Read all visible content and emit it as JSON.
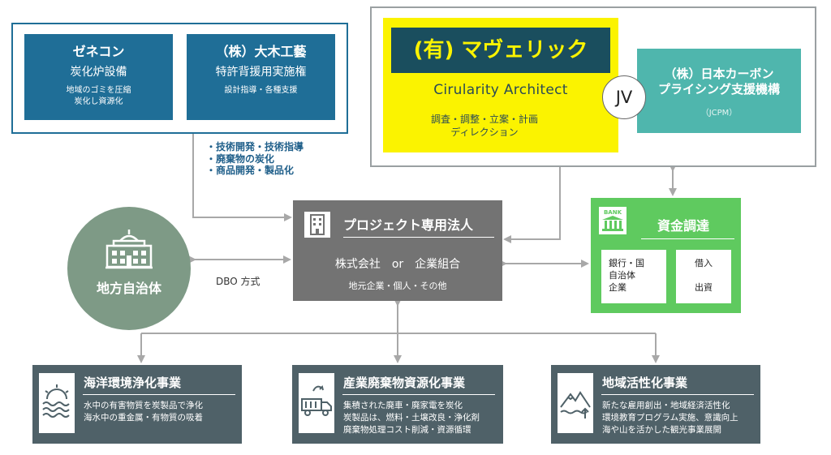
{
  "left_group": {
    "zenecon": {
      "title": "ゼネコン",
      "subtitle": "炭化炉設備",
      "note_line1": "地域のゴミを圧縮",
      "note_line2": "炭化し資源化"
    },
    "ohki": {
      "title": "（株）大木工藝",
      "subtitle": "特許背援用実施権",
      "note": "設計指導・各種支援"
    },
    "bullets": [
      "・技術開発・技術指導",
      "・廃棄物の炭化",
      "・商品開発・製品化"
    ]
  },
  "right_group": {
    "maverick": {
      "name": "(有) マヴェリック",
      "role": "Cirularity Architect",
      "duties_line1": "調査・調整・立案・計画",
      "duties_line2": "ディレクション"
    },
    "jv_label": "JV",
    "jcpm": {
      "line1": "（株）日本カーボン",
      "line2": "プライシング支援機構",
      "line3": "（JCPM）"
    }
  },
  "municipality": {
    "label": "地方自治体"
  },
  "dbo_label": "DBO 方式",
  "project_entity": {
    "title": "プロジェクト専用法人",
    "subtitle": "株式会社　or　企業組合",
    "note": "地元企業・個人・その他"
  },
  "finance": {
    "title": "資金調達",
    "icon_text": "BANK",
    "box1_lines": [
      "銀行・国",
      "自治体",
      "企業"
    ],
    "box2_lines": [
      "借入",
      "",
      "出資"
    ]
  },
  "businesses": [
    {
      "title": "海洋環境浄化事業",
      "lines": [
        "水中の有害物質を炭製品で浄化",
        "海水中の重金属・有物質の吸着"
      ],
      "icon": "ocean-waves-icon"
    },
    {
      "title": "産業廃棄物資源化事業",
      "lines": [
        "集積された廃車・廃家電を炭化",
        "炭製品は、燃料・土壌改良・浄化剤",
        "廃棄物処理コスト削減・資源循環"
      ],
      "icon": "recycling-truck-icon"
    },
    {
      "title": "地域活性化事業",
      "lines": [
        "新たな雇用創出・地域経済活性化",
        "環境教育プログラム実施、意識向上",
        "海や山を活かした観光事業展開"
      ],
      "icon": "mountain-landscape-icon"
    }
  ],
  "colors": {
    "blue": "#1f6e97",
    "yellow": "#fbf300",
    "dark_teal": "#1a4e5e",
    "teal": "#4fb6ad",
    "gray_dark": "#737373",
    "green": "#5fca5f",
    "sage": "#7e9a86",
    "slate": "#4f6168"
  }
}
